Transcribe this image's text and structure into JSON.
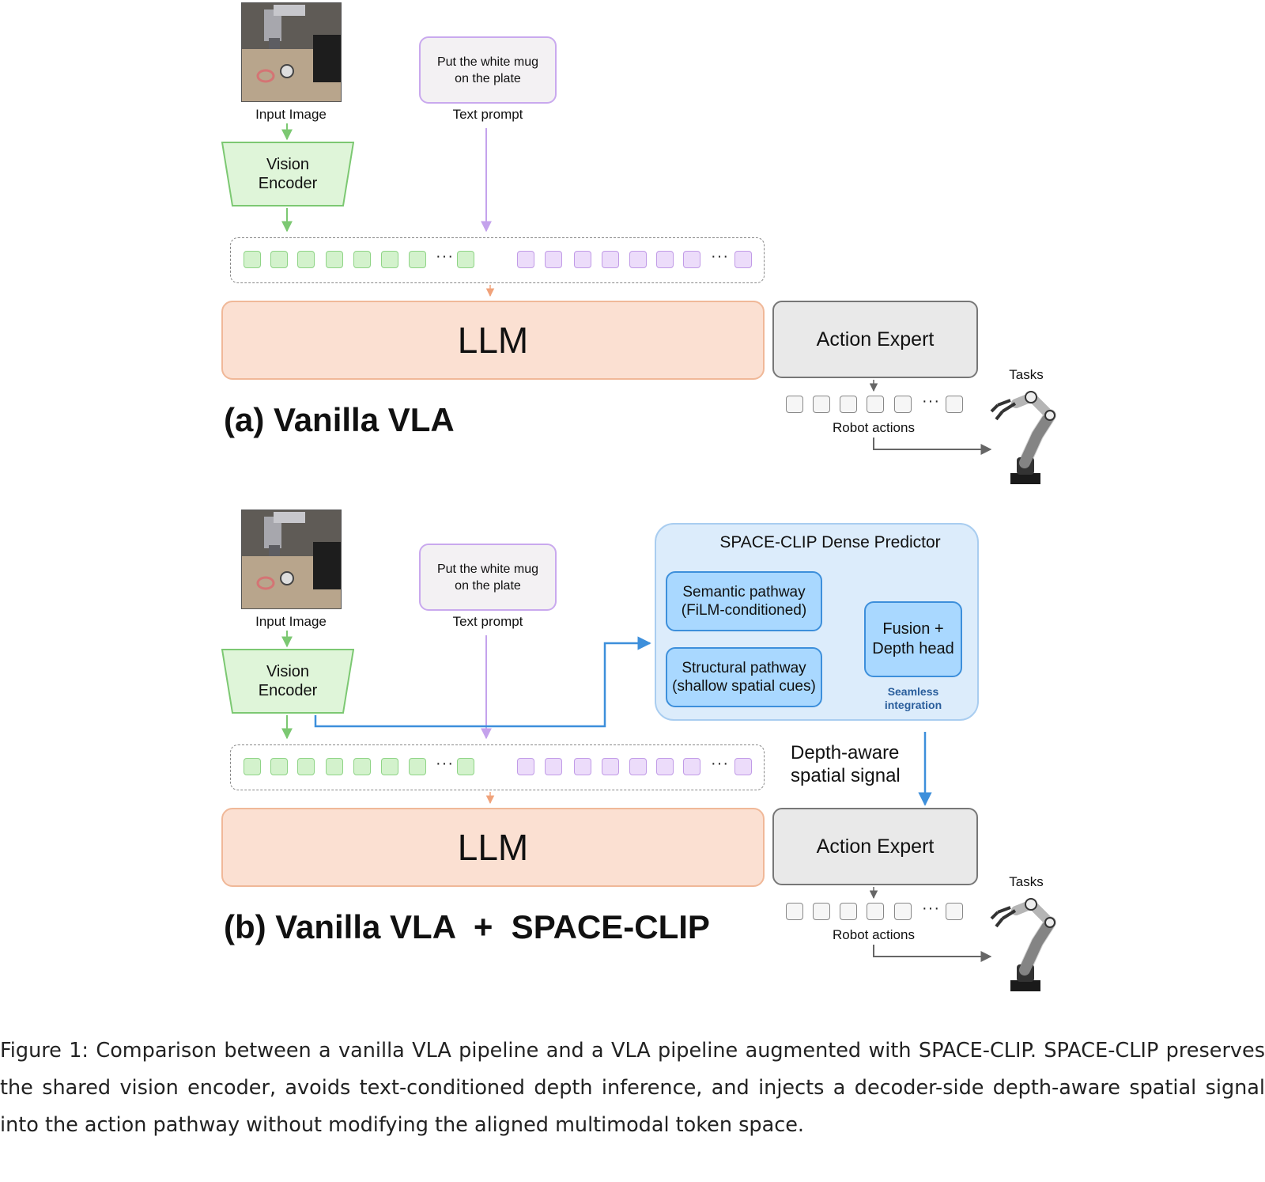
{
  "panel_a": {
    "input_image_label": "Input Image",
    "vision_encoder": "Vision\nEncoder",
    "prompt_text": "Put the white mug\non the plate",
    "prompt_label": "Text prompt",
    "ellipsis": "···",
    "llm": "LLM",
    "action_expert": "Action Expert",
    "tasks": "Tasks",
    "robot_actions": "Robot actions",
    "title": "(a) Vanilla VLA"
  },
  "panel_b": {
    "input_image_label": "Input Image",
    "vision_encoder": "Vision\nEncoder",
    "prompt_text": "Put the white mug\non the plate",
    "prompt_label": "Text prompt",
    "ellipsis": "···",
    "llm": "LLM",
    "action_expert": "Action Expert",
    "tasks": "Tasks",
    "robot_actions": "Robot actions",
    "title": "(b) Vanilla VLA  +  SPACE-CLIP",
    "dense_title": "SPACE-CLIP Dense Predictor",
    "semantic": "Semantic pathway\n(FiLM-conditioned)",
    "structural": "Structural pathway\n(shallow spatial cues)",
    "fusion": "Fusion +\nDepth head",
    "seamless": "Seamless\nintegration",
    "signal": "Depth-aware\nspatial signal"
  },
  "caption": "Figure 1: Comparison between a vanilla VLA pipeline and a VLA pipeline augmented with SPACE-CLIP. SPACE-CLIP preserves the shared vision encoder, avoids text-conditioned depth inference, and injects a decoder-side depth-aware spatial signal into the action pathway without modifying the aligned multimodal token space.",
  "colors": {
    "vision_green": "#8fd486",
    "prompt_purple": "#c9a9ee",
    "llm_orange": "#f0b898",
    "dense_blue": "#3d8fdb"
  }
}
